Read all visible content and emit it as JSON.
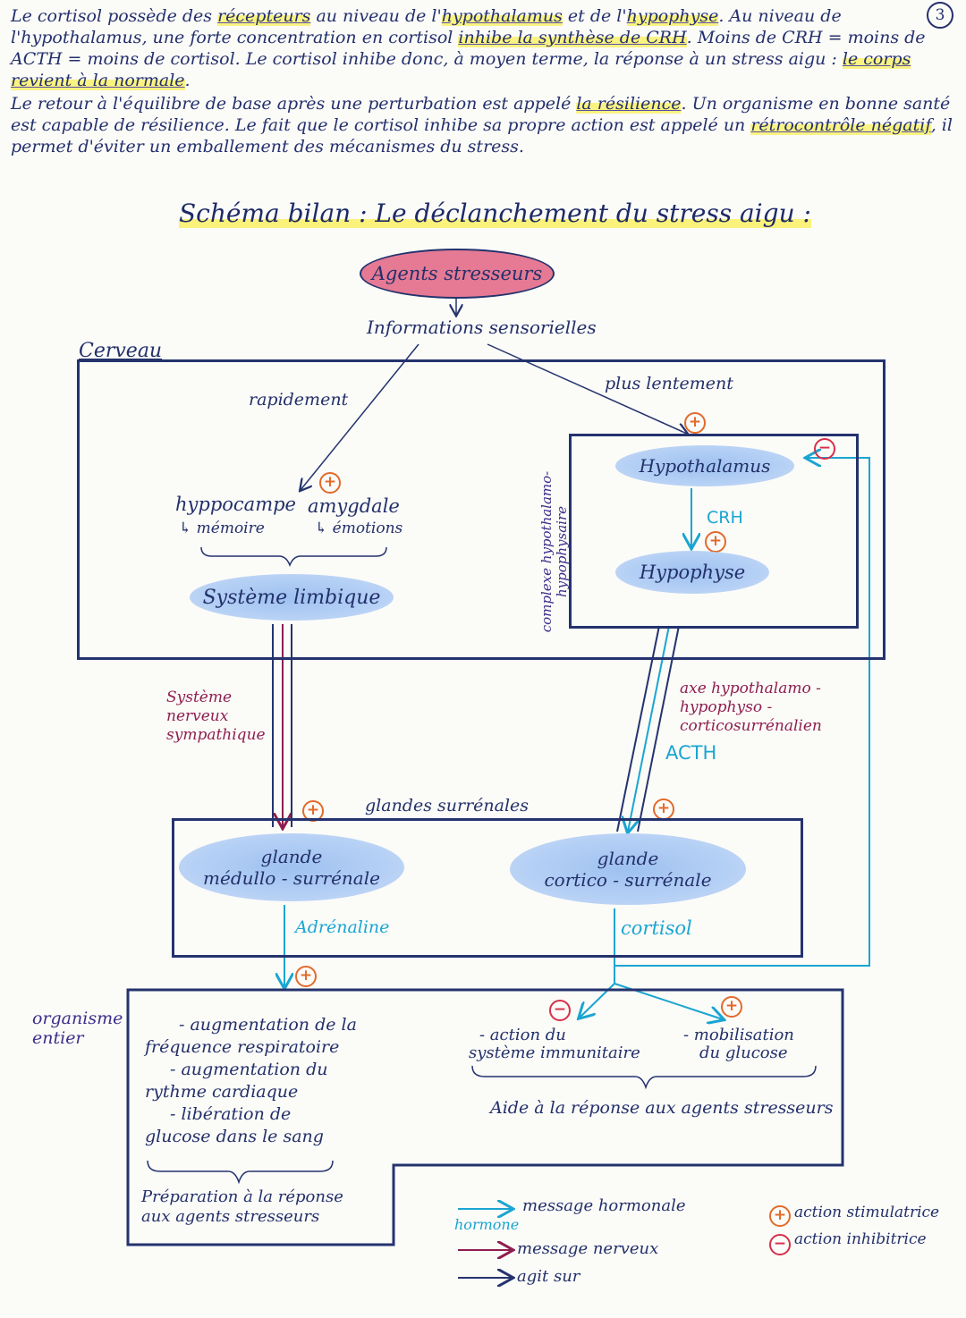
{
  "intro": {
    "page_number": "3",
    "p1_a": "Le cortisol possède des ",
    "p1_b": "récepteurs",
    "p1_c": " au niveau de l'",
    "p1_d": "hypothalamus",
    "p1_e": " et de l'",
    "p1_f": "hypophyse",
    "p1_g": ". Au niveau de l'hypothalamus, une forte concentration en cortisol ",
    "p1_h": "inhibe la synthèse de CRH",
    "p1_i": ". Moins de CRH = moins de ACTH = moins de cortisol. Le cortisol inhibe donc, à moyen terme, la réponse à un stress aigu : ",
    "p1_j": "le corps revient à la normale",
    "p1_k": ".",
    "p2_a": "Le retour à l'équilibre de base après une perturbation est appelé ",
    "p2_b": "la résilience",
    "p2_c": ". Un organisme en bonne santé est capable de résilience. Le fait que le cortisol inhibe sa propre action est appelé un ",
    "p2_d": "rétrocontrôle négatif",
    "p2_e": ", il permet d'éviter un emballement des mécanismes du stress."
  },
  "title": "Schéma bilan : Le déclanchement du stress aigu :",
  "diagram": {
    "agents": "Agents stresseurs",
    "info": "Informations sensorielles",
    "cerveau": "Cerveau",
    "rapidement": "rapidement",
    "plus_lentement": "plus lentement",
    "hippocampe": "hyppocampe",
    "memoire": "↳ mémoire",
    "amygdale": "amygdale",
    "emotions": "↳ émotions",
    "limbique": "Système limbique",
    "complexe_l1": "complexe hypothalamo-",
    "complexe_l2": "hypophysaire",
    "hypothalamus": "Hypothalamus",
    "crh": "CRH",
    "hypophyse": "Hypophyse",
    "sns": [
      "Système",
      "nerveux",
      "sympathique"
    ],
    "axe": [
      "axe hypothalamo -",
      "hypophyso -",
      "corticosurrénalien"
    ],
    "acth": "ACTH",
    "glandes": "glandes surrénales",
    "medullo_l1": "glande",
    "medullo_l2": "médullo - surrénale",
    "cortico_l1": "glande",
    "cortico_l2": "cortico - surrénale",
    "adrenaline": "Adrénaline",
    "cortisol": "cortisol",
    "organisme_l1": "organisme",
    "organisme_l2": "entier",
    "effects_left": [
      "- augmentation de la",
      "fréquence respiratoire",
      "- augmentation du",
      "rythme cardiaque",
      "- libération de",
      "glucose dans le sang"
    ],
    "prep": [
      "Préparation à la réponse",
      "aux agents stresseurs"
    ],
    "immune": [
      "- action du",
      "système immunitaire"
    ],
    "glucose": [
      "- mobilisation",
      "du glucose"
    ],
    "aide": "Aide à la réponse aux agents stresseurs",
    "plus_sign": "+",
    "minus_sign": "−"
  },
  "legend": {
    "hormonal": "message hormonale",
    "hormone": "hormone",
    "nerveux": "message nerveux",
    "agit": "agit sur",
    "stim": "action stimulatrice",
    "inhib": "action inhibitrice"
  },
  "colors": {
    "ink": "#24336e",
    "cyan": "#1aa5d2",
    "maroon": "#8e1e4f",
    "orange": "#e36a2a",
    "red": "#d7304a",
    "pink": "#e27a93",
    "blue_wash": "#a9c8f2",
    "highlight": "#f5ec5a"
  }
}
